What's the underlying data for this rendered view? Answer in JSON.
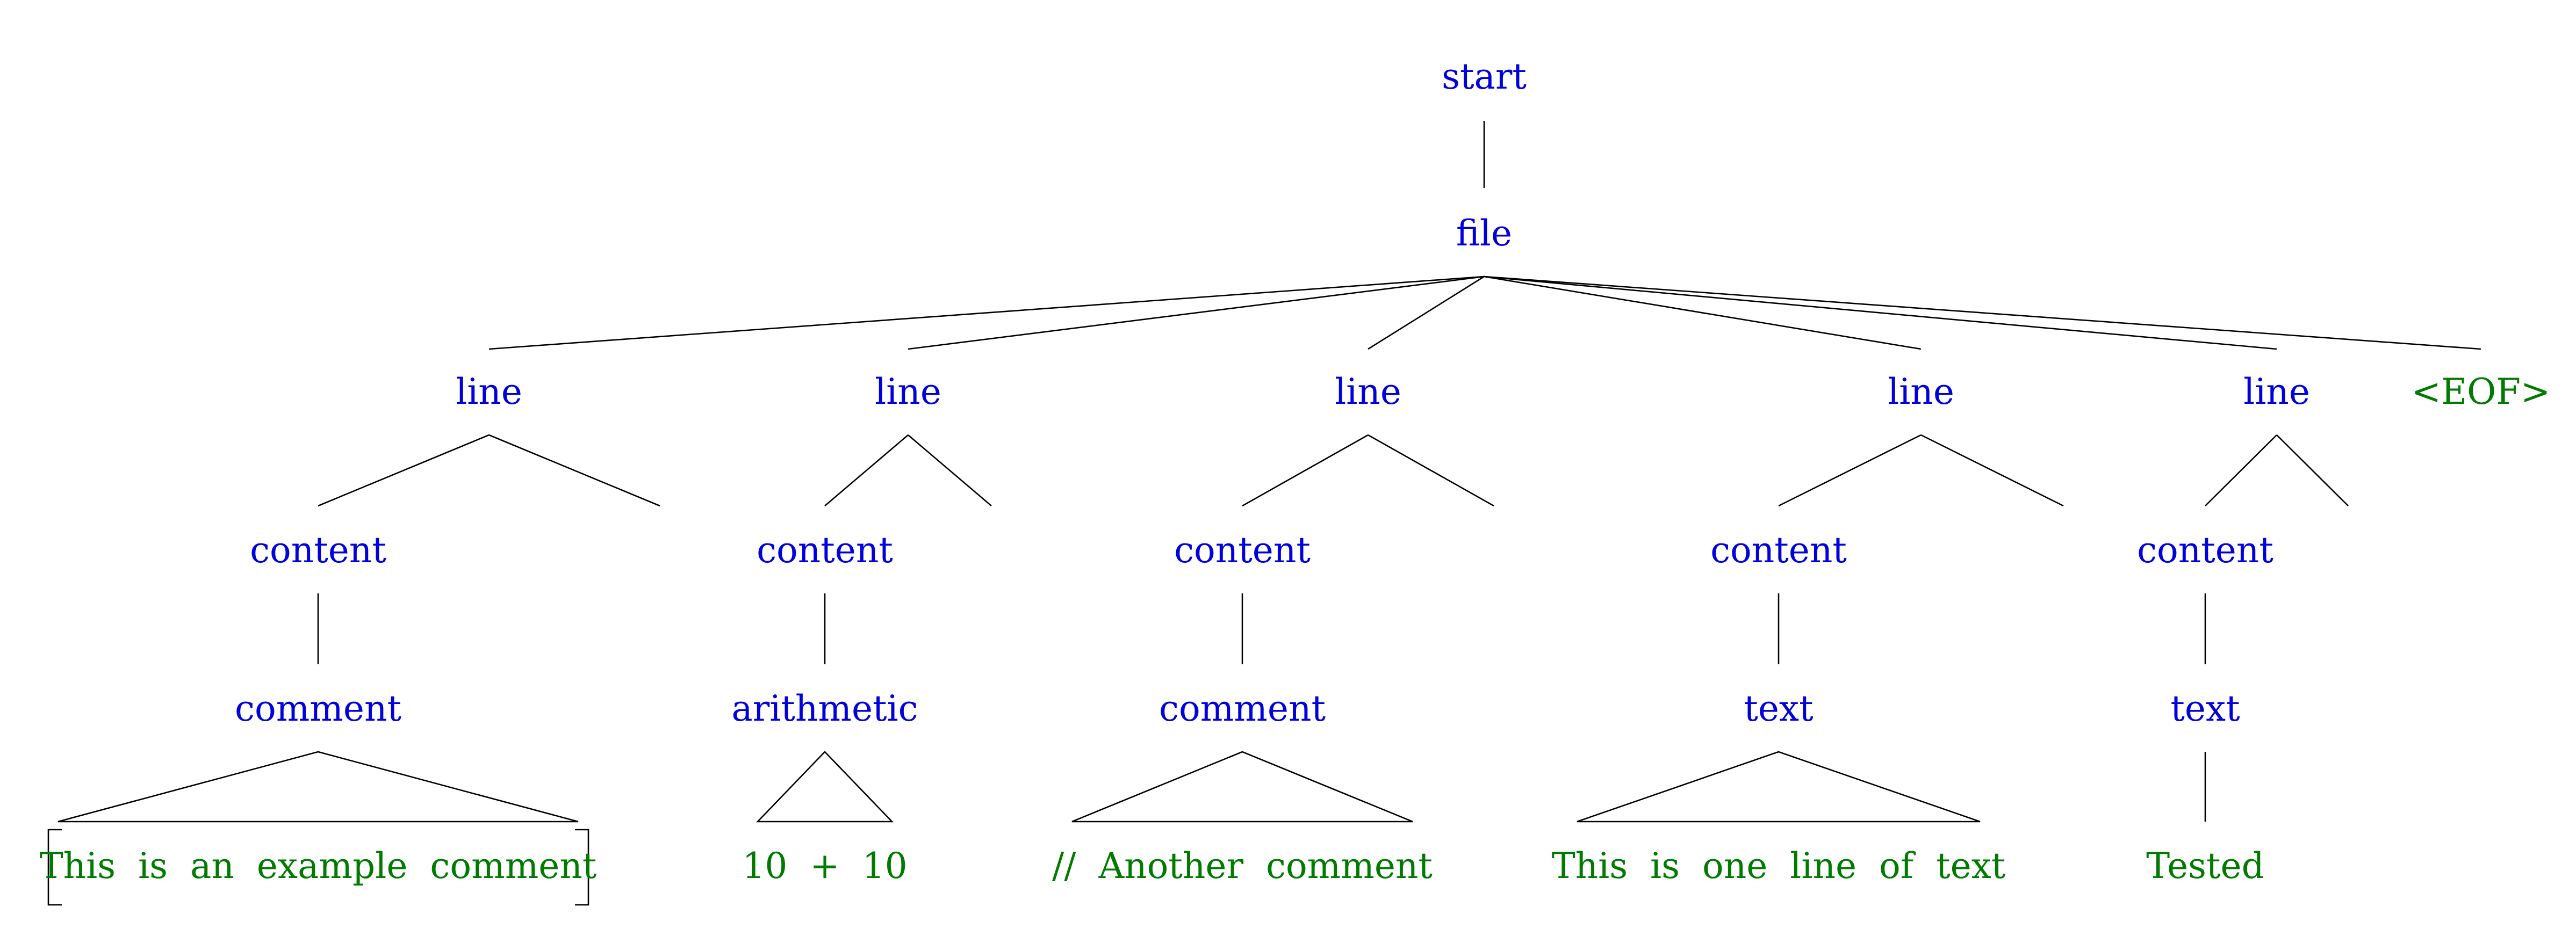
{
  "colors": {
    "nonterminal": "#0000dd",
    "terminal": "#007a00",
    "line": "#000000",
    "background": "#ffffff"
  },
  "tree": {
    "root": {
      "label": "start",
      "child": {
        "label": "file",
        "children": [
          {
            "label": "line",
            "content_label": "content",
            "inner_label": "comment",
            "leaf": "This  is  an  example  comment",
            "leaf_boxed": true
          },
          {
            "label": "line",
            "content_label": "content",
            "inner_label": "arithmetic",
            "leaf": "10  +  10",
            "leaf_boxed": false
          },
          {
            "label": "line",
            "content_label": "content",
            "inner_label": "comment",
            "leaf": "//  Another  comment",
            "leaf_boxed": false
          },
          {
            "label": "line",
            "content_label": "content",
            "inner_label": "text",
            "leaf": "This  is  one  line  of  text",
            "leaf_boxed": false
          },
          {
            "label": "line",
            "content_label": "content",
            "inner_label": "text",
            "leaf": "Tested",
            "leaf_boxed": false
          }
        ],
        "eof": "<EOF>"
      }
    }
  }
}
